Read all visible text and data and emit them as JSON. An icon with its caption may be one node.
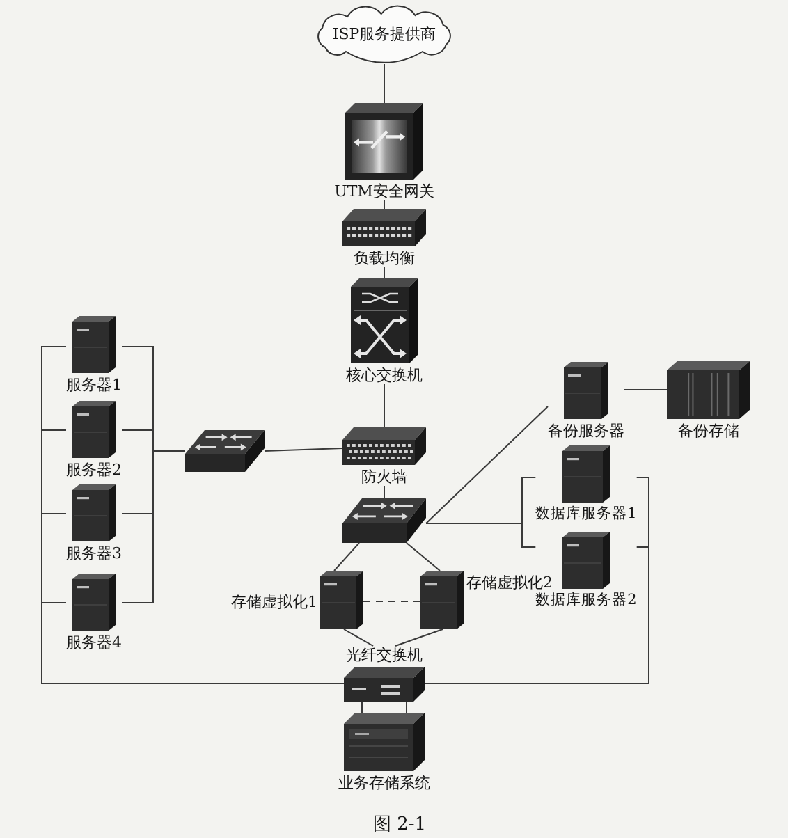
{
  "diagram": {
    "caption": "图 2-1",
    "nodes": [
      {
        "text": [
          "ISP服务提供商"
        ]
      },
      {
        "text": [
          "UTM安全网关"
        ]
      },
      {
        "text": [
          "负载均衡"
        ]
      },
      {
        "text": [
          "核心交换机"
        ]
      },
      {
        "text": [
          "防火墙"
        ]
      },
      {
        "text": [],
        "shape": "picture"
      },
      {
        "text": [],
        "shape": "picture"
      },
      {
        "text": [
          "服务器1"
        ]
      },
      {
        "text": [
          "服务器2"
        ]
      },
      {
        "text": [
          "服务器3"
        ]
      },
      {
        "text": [
          "服务器4"
        ]
      },
      {
        "text": [
          "备份服务器"
        ]
      },
      {
        "text": [
          "备份存储"
        ]
      },
      {
        "text": [
          "数据库服务器1"
        ]
      },
      {
        "text": [
          "数据库服务器2"
        ]
      },
      {
        "text": [
          "存储虚拟化1"
        ]
      },
      {
        "text": [
          "存储虚拟化2"
        ]
      },
      {
        "text": [
          "光纤交换机"
        ]
      },
      {
        "text": [
          "业务存储系统"
        ]
      }
    ],
    "edges": [
      {
        "from": 0,
        "to": 1,
        "arrow": "none"
      },
      {
        "from": 1,
        "to": 2,
        "arrow": "none"
      },
      {
        "from": 2,
        "to": 3,
        "arrow": "none"
      },
      {
        "from": 3,
        "to": 4,
        "arrow": "none"
      },
      {
        "from": 4,
        "to": 5,
        "arrow": "none"
      },
      {
        "from": 4,
        "to": 6,
        "arrow": "none"
      },
      {
        "from": 7,
        "to": 6,
        "arrow": "none"
      },
      {
        "from": 8,
        "to": 6,
        "arrow": "none"
      },
      {
        "from": 9,
        "to": 6,
        "arrow": "none"
      },
      {
        "from": 10,
        "to": 6,
        "arrow": "none"
      },
      {
        "from": 7,
        "to": 17,
        "arrow": "none"
      },
      {
        "from": 8,
        "to": 17,
        "arrow": "none"
      },
      {
        "from": 9,
        "to": 17,
        "arrow": "none"
      },
      {
        "from": 10,
        "to": 17,
        "arrow": "none"
      },
      {
        "from": 5,
        "to": 11,
        "arrow": "none"
      },
      {
        "from": 11,
        "to": 12,
        "arrow": "none"
      },
      {
        "from": 5,
        "to": 13,
        "arrow": "none"
      },
      {
        "from": 5,
        "to": 14,
        "arrow": "none"
      },
      {
        "from": 13,
        "to": 17,
        "arrow": "none"
      },
      {
        "from": 14,
        "to": 17,
        "arrow": "none"
      },
      {
        "from": 5,
        "to": 15,
        "arrow": "none"
      },
      {
        "from": 5,
        "to": 16,
        "arrow": "none"
      },
      {
        "from": 15,
        "to": 16,
        "arrow": "none",
        "style": "dashed"
      },
      {
        "from": 15,
        "to": 17,
        "arrow": "none"
      },
      {
        "from": 16,
        "to": 17,
        "arrow": "none"
      },
      {
        "from": 17,
        "to": 18,
        "arrow": "none"
      },
      {
        "from": 17,
        "to": 18,
        "arrow": "none"
      }
    ]
  }
}
